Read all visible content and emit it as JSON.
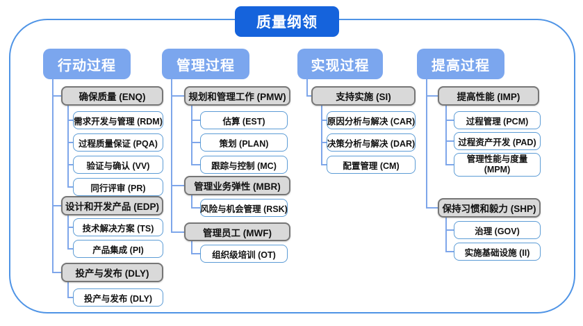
{
  "title": "质量纲领",
  "colors": {
    "title_bg": "#1563DC",
    "header_bg": "#7BA6EE",
    "group_fill": "#D9D9D9",
    "group_border": "#767676",
    "leaf_border": "#5B9BD5",
    "connector": "#7EA6EA",
    "frame_border": "#4F94E6"
  },
  "columns": [
    {
      "header": "行动过程",
      "groups": [
        {
          "label": "确保质量 (ENQ)",
          "children": [
            "需求开发与管理 (RDM)",
            "过程质量保证 (PQA)",
            "验证与确认 (VV)",
            "同行评审 (PR)"
          ]
        },
        {
          "label": "设计和开发产品 (EDP)",
          "children": [
            "技术解决方案 (TS)",
            "产品集成 (PI)"
          ]
        },
        {
          "label": "投产与发布 (DLY)",
          "children": [
            "投产与发布 (DLY)"
          ]
        }
      ]
    },
    {
      "header": "管理过程",
      "groups": [
        {
          "label": "规划和管理工作 (PMW)",
          "children": [
            "估算 (EST)",
            "策划 (PLAN)",
            "跟踪与控制 (MC)"
          ]
        },
        {
          "label": "管理业务弹性 (MBR)",
          "children": [
            "风险与机会管理 (RSK)"
          ]
        },
        {
          "label": "管理员工 (MWF)",
          "children": [
            "组织级培训 (OT)"
          ]
        }
      ]
    },
    {
      "header": "实现过程",
      "groups": [
        {
          "label": "支持实施 (SI)",
          "children": [
            "原因分析与解决 (CAR)",
            "决策分析与解决 (DAR)",
            "配置管理 (CM)"
          ]
        }
      ]
    },
    {
      "header": "提高过程",
      "groups": [
        {
          "label": "提高性能 (IMP)",
          "children": [
            "过程管理 (PCM)",
            "过程资产开发 (PAD)",
            "管理性能与度量 (MPM)"
          ]
        },
        {
          "label": "保持习惯和毅力 (SHP)",
          "children": [
            "治理 (GOV)",
            "实施基础设施 (II)"
          ]
        }
      ]
    }
  ]
}
